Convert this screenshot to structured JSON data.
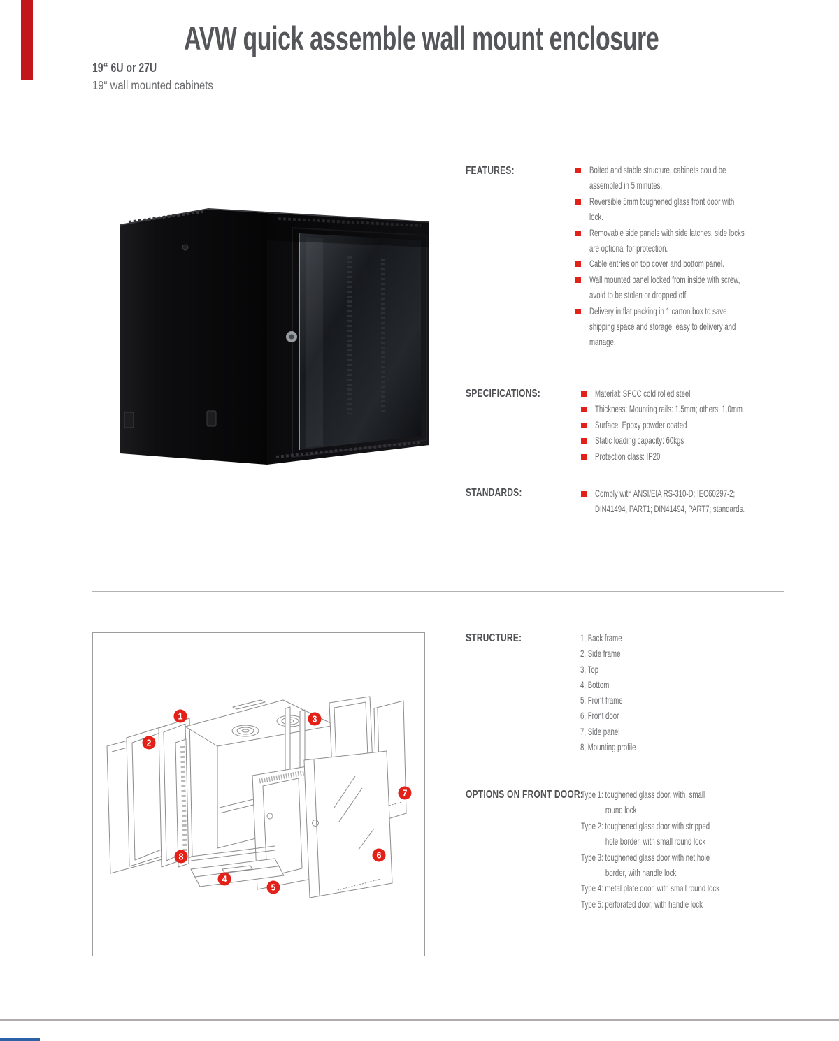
{
  "page": {
    "title": "AVW quick assemble wall mount enclosure",
    "subtitle_bold": "19“ 6U or 27U",
    "subtitle_light": "19“ wall mounted cabinets"
  },
  "colors": {
    "accent_red": "#e32119",
    "text_dark": "#55565a",
    "text_body": "#6b6c6e",
    "edge_tab_red": "#c3161c",
    "edge_line_blue": "#2e62a8",
    "divider_gray": "#b5b1b2"
  },
  "sections": {
    "features": {
      "label": "FEATURES:",
      "items": [
        {
          "lines": [
            "Bolted and stable structure, cabinets could be",
            "assembled in 5 minutes."
          ]
        },
        {
          "lines": [
            "Reversible 5mm toughened glass front door with",
            "lock."
          ]
        },
        {
          "lines": [
            "Removable side panels with side latches, side locks",
            "are optional for protection."
          ]
        },
        {
          "lines": [
            "Cable entries on top cover and bottom panel."
          ]
        },
        {
          "lines": [
            "Wall mounted panel locked from inside with screw,",
            "avoid to be stolen or dropped off."
          ]
        },
        {
          "lines": [
            "Delivery in flat packing in 1 carton box to save",
            "shipping space and storage, easy to delivery and",
            "manage."
          ]
        }
      ]
    },
    "specifications": {
      "label": "SPECIFICATIONS:",
      "items": [
        {
          "lines": [
            "Material: SPCC cold rolled steel"
          ]
        },
        {
          "lines": [
            "Thickness: Mounting rails: 1.5mm; others: 1.0mm"
          ]
        },
        {
          "lines": [
            "Surface: Epoxy powder coated"
          ]
        },
        {
          "lines": [
            "Static loading capacity: 60kgs"
          ]
        },
        {
          "lines": [
            "Protection class: IP20"
          ]
        }
      ]
    },
    "standards": {
      "label": "STANDARDS:",
      "items": [
        {
          "lines": [
            "Comply with ANSI/EIA RS-310-D; IEC60297-2;",
            "DIN41494, PART1; DIN41494, PART7; standards."
          ]
        }
      ]
    },
    "structure": {
      "label": "STRUCTURE:",
      "items": [
        "1, Back frame",
        "2, Side frame",
        "3, Top",
        "4, Bottom",
        "5, Front frame",
        "6, Front door",
        "7, Side panel",
        "8, Mounting profile"
      ]
    },
    "options": {
      "label": "OPTIONS ON FRONT DOOR:",
      "lines": [
        "Type 1: toughened glass door, with  small",
        "             round lock",
        "Type 2: toughened glass door with stripped",
        "             hole border, with small round lock",
        "Type 3: toughened glass door with net hole",
        "             border, with handle lock",
        "Type 4: metal plate door, with small round lock",
        "Type 5: perforated door, with handle lock"
      ]
    }
  },
  "diagram": {
    "callouts": [
      "1",
      "2",
      "3",
      "4",
      "5",
      "6",
      "7",
      "8"
    ]
  }
}
